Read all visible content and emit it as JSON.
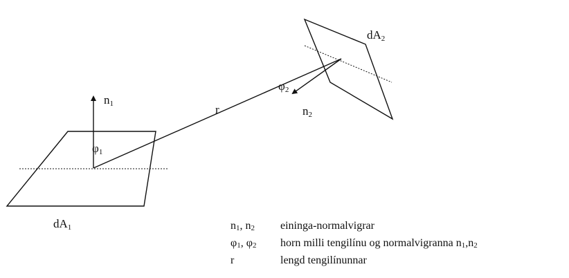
{
  "diagram": {
    "patch1": {
      "name": "dA",
      "sub": "1"
    },
    "patch2": {
      "name": "dA",
      "sub": "2"
    },
    "normal1": {
      "name": "n",
      "sub": "1"
    },
    "normal2": {
      "name": "n",
      "sub": "2"
    },
    "angle1": {
      "name": "φ",
      "sub": "1"
    },
    "angle2": {
      "name": "φ",
      "sub": "2"
    },
    "distance": "r"
  },
  "legend": {
    "rows": [
      {
        "a": "n",
        "a_sub": "1",
        "sep": ", ",
        "b": "n",
        "b_sub": "2",
        "desc": "eininga-normalvigrar",
        "desc_tail": "",
        "tail_a": "",
        "tail_a_sub": "",
        "tail_sep": "",
        "tail_b": "",
        "tail_b_sub": ""
      },
      {
        "a": "φ",
        "a_sub": "1",
        "sep": ", ",
        "b": "φ",
        "b_sub": "2",
        "desc": "horn milli tengilínu og normalvigranna ",
        "tail_a": "n",
        "tail_a_sub": "1",
        "tail_sep": ",",
        "tail_b": "n",
        "tail_b_sub": "2"
      },
      {
        "a": "r",
        "a_sub": "",
        "sep": "",
        "b": "",
        "b_sub": "",
        "desc": "lengd tengilínunnar",
        "tail_a": "",
        "tail_a_sub": "",
        "tail_sep": "",
        "tail_b": "",
        "tail_b_sub": ""
      }
    ]
  }
}
